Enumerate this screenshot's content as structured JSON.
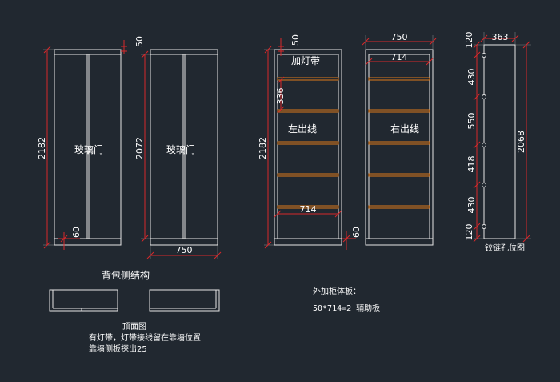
{
  "colors": {
    "background": "#212830",
    "outline": "#e6e6e6",
    "dimension": "#d8282a",
    "shelf": "#e07a1a",
    "tick": "#2fd0d0"
  },
  "door1": {
    "height": "2182",
    "top_gap": "50",
    "bottom_gap": "60",
    "label": "玻璃门"
  },
  "door2": {
    "height": "2072",
    "width": "750",
    "label": "玻璃门"
  },
  "cab_left": {
    "height": "2182",
    "top_gap": "50",
    "shelf_space": "336",
    "inner_width": "714",
    "bottom_gap": "60",
    "light_label": "加灯带",
    "side_label": "左出线"
  },
  "cab_right": {
    "width": "750",
    "inner_width": "714",
    "side_label": "右出线"
  },
  "hinge": {
    "width": "363",
    "height": "2068",
    "spacings": [
      "120",
      "430",
      "550",
      "418",
      "430",
      "120"
    ],
    "caption": "铰链孔位图"
  },
  "notes": {
    "back_title": "背包侧结构",
    "top_view": "顶面图",
    "line1": "有灯带，灯带接线留在靠墙位置",
    "line2": "靠墙侧板探出25",
    "extra_title": "外加柜体板：",
    "extra_formula": "50*714=2 辅助板"
  }
}
